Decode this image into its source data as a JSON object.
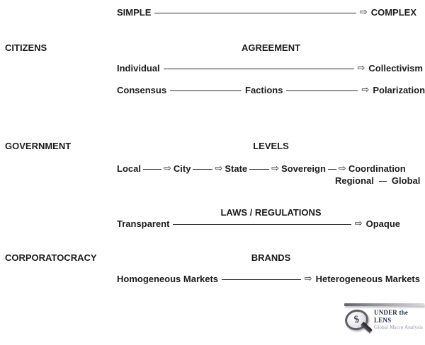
{
  "icons": {
    "right_arrow": "⇨",
    "dollar_sign": "$"
  },
  "top_row": {
    "left": "SIMPLE",
    "right": "COMPLEX"
  },
  "citizens": {
    "label": "CITIZENS",
    "header": "AGREEMENT",
    "agreement_row": {
      "left": "Individual",
      "right": "Collectivism"
    },
    "consensus_row": {
      "left": "Consensus",
      "middle": "Factions",
      "right": "Polarization"
    }
  },
  "government": {
    "label": "GOVERNMENT",
    "header": "LEVELS",
    "levels_row": {
      "step1": "Local",
      "step2": "City",
      "step3": "State",
      "step4": "Sovereign",
      "step5": "Coordination"
    },
    "levels_sub_row": {
      "left": "Regional",
      "right": "Global"
    },
    "laws_header": "LAWS / REGULATIONS",
    "laws_row": {
      "left": "Transparent",
      "right": "Opaque"
    }
  },
  "corporatocracy": {
    "label": "CORPORATOCRACY",
    "header": "BRANDS",
    "brands_row": {
      "left": "Homogeneous Markets",
      "right": "Heterogeneous Markets"
    }
  },
  "logo": {
    "title": "UNDER the LENS",
    "subtitle": "Global Macro Analysis",
    "colors": {
      "title": "#1d2b47",
      "subtitle": "#8c94a3",
      "bar_dark": "#63636b",
      "bar_light": "#d9d9de",
      "glass_rim": "#5f5f66",
      "handle": "#2f2f33",
      "text": "#1c1c1c",
      "line": "#2e2e2e",
      "background": "#ffffff"
    }
  }
}
